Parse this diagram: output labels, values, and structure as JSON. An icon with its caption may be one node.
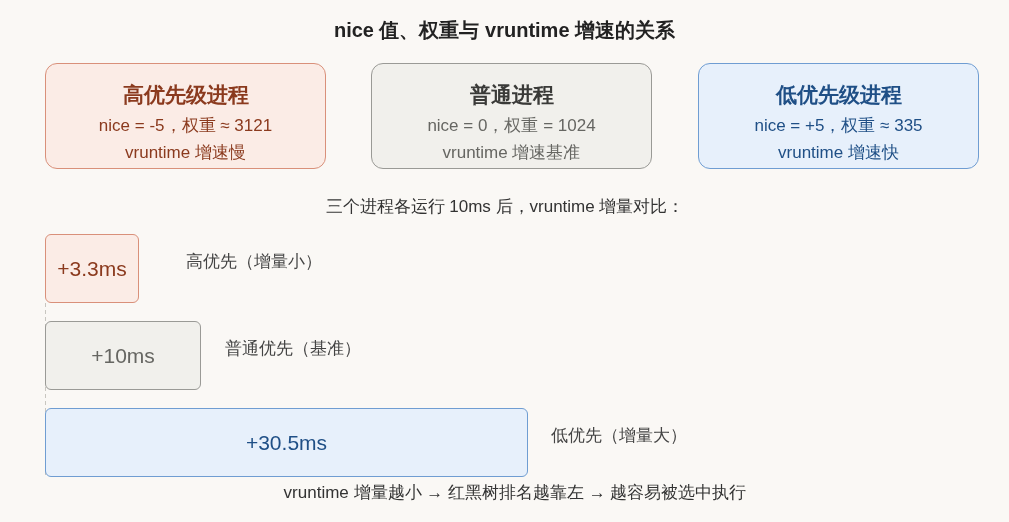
{
  "diagram": {
    "title": "nice 值、权重与 vruntime 增速的关系",
    "nodes": [
      {
        "text": [
          "高优先级进程",
          "nice = -5，权重 ≈ 3121",
          "vruntime 增速慢"
        ]
      },
      {
        "text": [
          "普通进程",
          "nice = 0，权重 = 1024",
          "vruntime 增速基准"
        ]
      },
      {
        "text": [
          "低优先级进程",
          "nice = +5，权重 ≈ 335",
          "vruntime 增速快"
        ]
      },
      {
        "text": [
          "+3.3ms"
        ],
        "beside": [
          "高优先（增量小）"
        ]
      },
      {
        "text": [
          "+10ms"
        ],
        "beside": [
          "普通优先（基准）"
        ]
      },
      {
        "text": [
          "+30.5ms"
        ],
        "beside": [
          "低优先（增量大）"
        ]
      }
    ],
    "edges": [],
    "labels": [
      "三个进程各运行 10ms 后，vruntime 增量对比：",
      "vruntime 增量越小 → 红黑树排名越靠左 → 越容易被选中执行"
    ]
  }
}
